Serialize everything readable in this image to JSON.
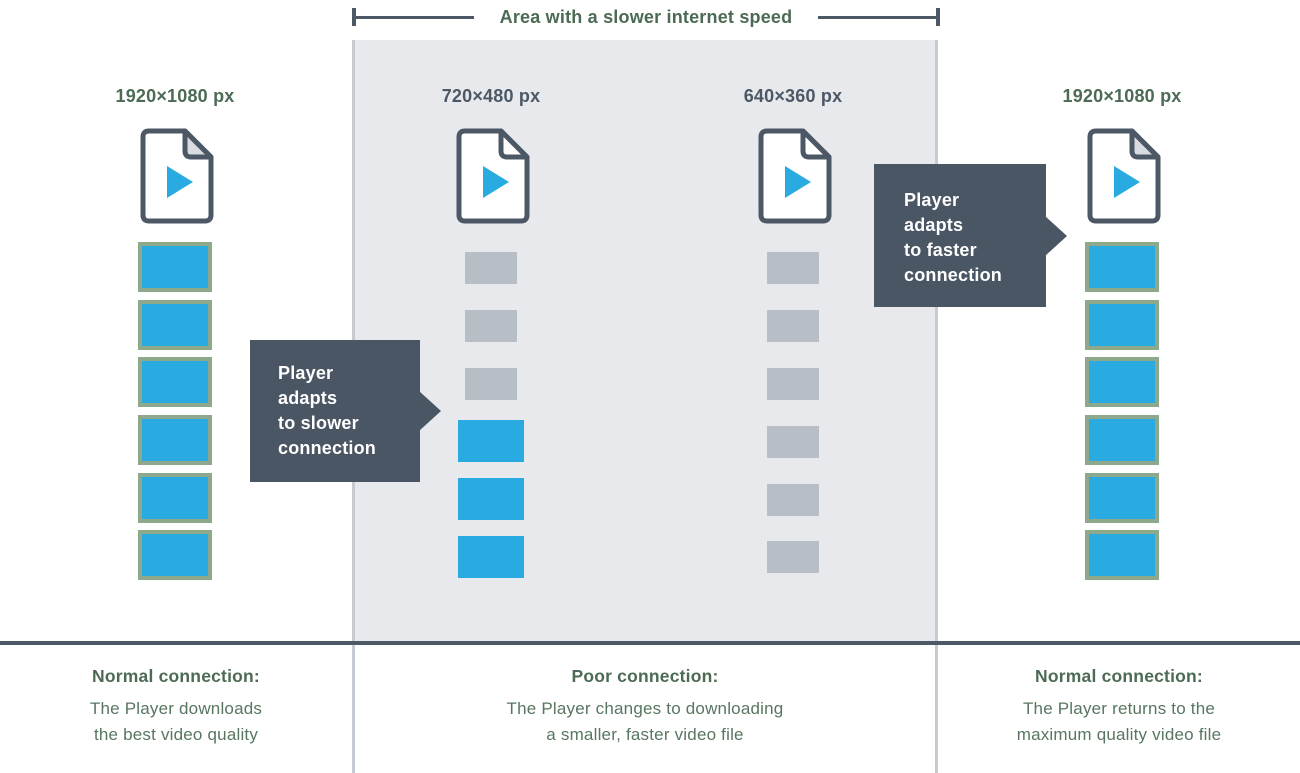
{
  "top_measure": {
    "label": "Area with a slower internet speed"
  },
  "columns": [
    {
      "id": "outer-left",
      "label": "1920×1080 px",
      "icon": "video-file-icon",
      "segments": [
        "blue",
        "blue",
        "blue",
        "blue",
        "blue",
        "blue"
      ]
    },
    {
      "id": "center-left",
      "label": "720×480 px",
      "icon": "video-file-icon",
      "segments": [
        "gray",
        "gray",
        "gray",
        "blue",
        "blue",
        "blue"
      ]
    },
    {
      "id": "center-right",
      "label": "640×360 px",
      "icon": "video-file-icon",
      "segments": [
        "gray",
        "gray",
        "gray",
        "gray",
        "gray",
        "gray"
      ]
    },
    {
      "id": "outer-right",
      "label": "1920×1080 px",
      "icon": "video-file-icon",
      "segments": [
        "blue",
        "blue",
        "blue",
        "blue",
        "blue",
        "blue"
      ]
    }
  ],
  "tooltips": {
    "slower": {
      "lines": [
        "Player",
        "adapts",
        "to slower",
        "connection"
      ]
    },
    "faster": {
      "lines": [
        "Player",
        "adapts",
        "to faster",
        "connection"
      ]
    }
  },
  "footer": {
    "zones": [
      {
        "title": "Normal connection:",
        "desc_lines": [
          "The Player downloads",
          "the best video quality"
        ]
      },
      {
        "title": "Poor connection:",
        "desc_lines": [
          "The Player changes to downloading",
          "a smaller, faster video file"
        ]
      },
      {
        "title": "Normal connection:",
        "desc_lines": [
          "The Player returns to the",
          "maximum quality video file"
        ]
      }
    ]
  },
  "colors": {
    "accent-blue": "#29abe2",
    "segment-gray": "#b7bec6",
    "panel-bg": "#e7e9ec",
    "slate": "#4d5866",
    "tooltip-bg": "#4a5664",
    "frame-sage": "#8ea88c",
    "outer-text": "#587660",
    "outer-text-strong": "#4c6a54",
    "divider-gray": "#c5cbd1",
    "icon-fold": "#d9dde1"
  }
}
